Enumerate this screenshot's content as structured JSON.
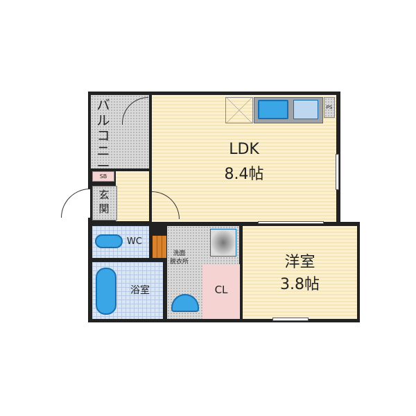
{
  "rooms": {
    "ldk": {
      "name": "LDK",
      "size": "8.4帖"
    },
    "western": {
      "name": "洋室",
      "size": "3.8帖"
    },
    "balcony": "バルコニー",
    "entrance": "玄関",
    "wc": "WC",
    "bath": "浴室",
    "washroom": "洗面\n脱衣所",
    "closet": "CL",
    "shoebox": "SB",
    "pipe_space": "PS"
  }
}
